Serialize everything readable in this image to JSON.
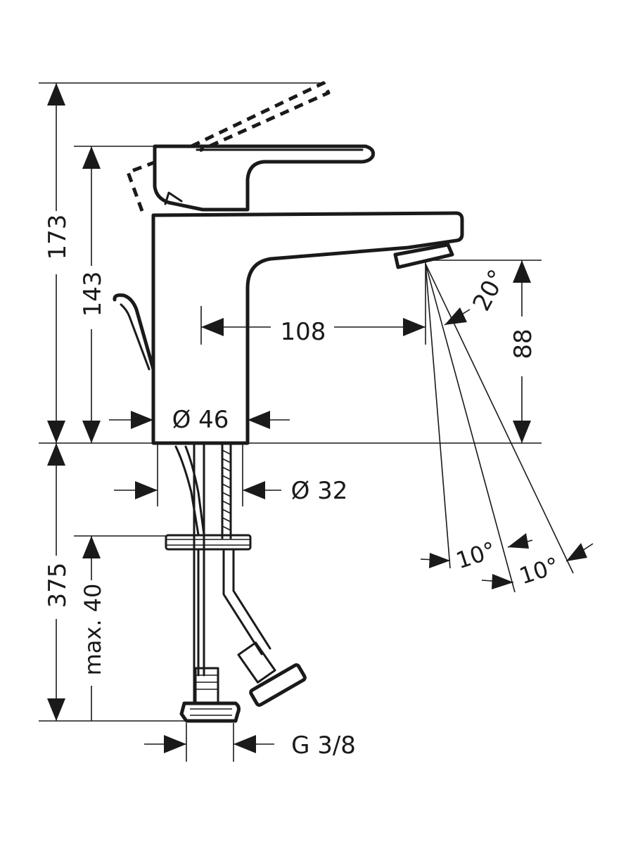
{
  "dimensions": {
    "total_height": "173",
    "body_height": "143",
    "below_counter": "375",
    "max_thickness": "max. 40",
    "spout_height": "88",
    "spout_reach": "108",
    "body_diameter": "Ø 46",
    "shank_diameter": "Ø 32",
    "spray_angle": "20°",
    "spray_spread_1": "10°",
    "spray_spread_2": "10°",
    "connection_thread": "G 3/8"
  }
}
